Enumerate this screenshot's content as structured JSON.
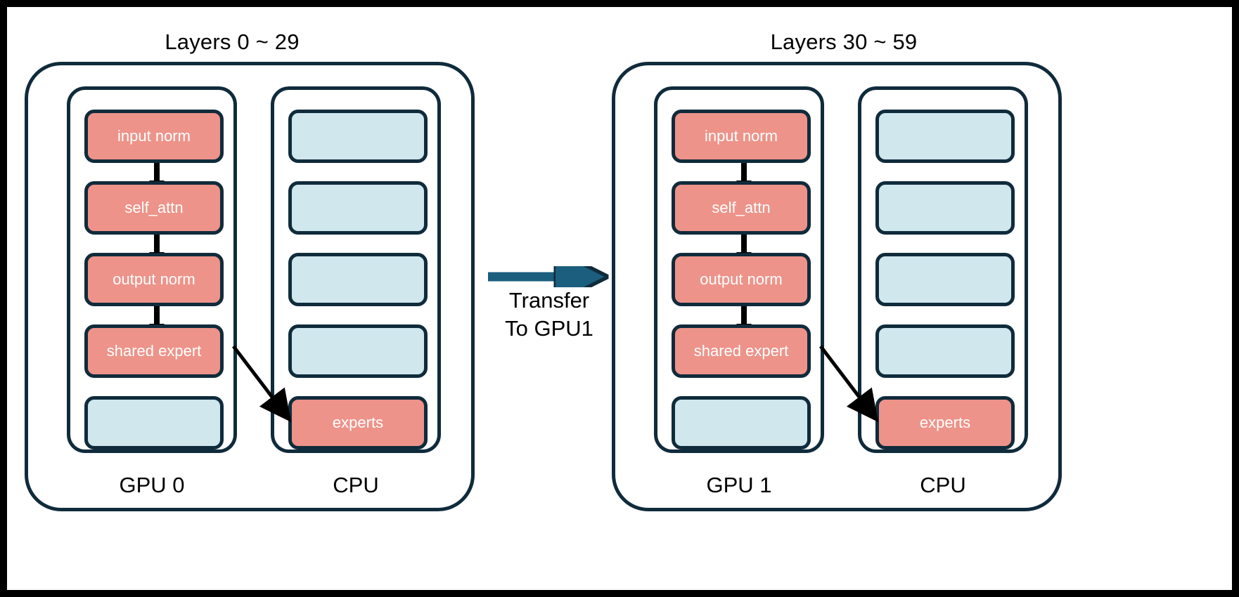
{
  "colors": {
    "outline": "#102B3B",
    "red_block": "#ED9389",
    "blue_block": "#CFE7ED",
    "transfer_arrow": "#1B5E7E",
    "background": "#FFFFFF",
    "text_on_block": "#FFFFFF",
    "text_plain": "#000000"
  },
  "groups": [
    {
      "title": "Layers 0 ~ 29",
      "gpu": {
        "label": "GPU 0",
        "slots": [
          {
            "label": "input norm",
            "fill": "red"
          },
          {
            "label": "self_attn",
            "fill": "red"
          },
          {
            "label": "output norm",
            "fill": "red"
          },
          {
            "label": "shared expert",
            "fill": "red"
          },
          {
            "label": "",
            "fill": "blue"
          }
        ]
      },
      "cpu": {
        "label": "CPU",
        "slots": [
          {
            "label": "",
            "fill": "blue"
          },
          {
            "label": "",
            "fill": "blue"
          },
          {
            "label": "",
            "fill": "blue"
          },
          {
            "label": "",
            "fill": "blue"
          },
          {
            "label": "experts",
            "fill": "red"
          }
        ]
      }
    },
    {
      "title": "Layers 30 ~ 59",
      "gpu": {
        "label": "GPU 1",
        "slots": [
          {
            "label": "input norm",
            "fill": "red"
          },
          {
            "label": "self_attn",
            "fill": "red"
          },
          {
            "label": "output norm",
            "fill": "red"
          },
          {
            "label": "shared expert",
            "fill": "red"
          },
          {
            "label": "",
            "fill": "blue"
          }
        ]
      },
      "cpu": {
        "label": "CPU",
        "slots": [
          {
            "label": "",
            "fill": "blue"
          },
          {
            "label": "",
            "fill": "blue"
          },
          {
            "label": "",
            "fill": "blue"
          },
          {
            "label": "",
            "fill": "blue"
          },
          {
            "label": "experts",
            "fill": "red"
          }
        ]
      }
    }
  ],
  "transfer": {
    "line1": "Transfer",
    "line2": "To GPU1"
  }
}
